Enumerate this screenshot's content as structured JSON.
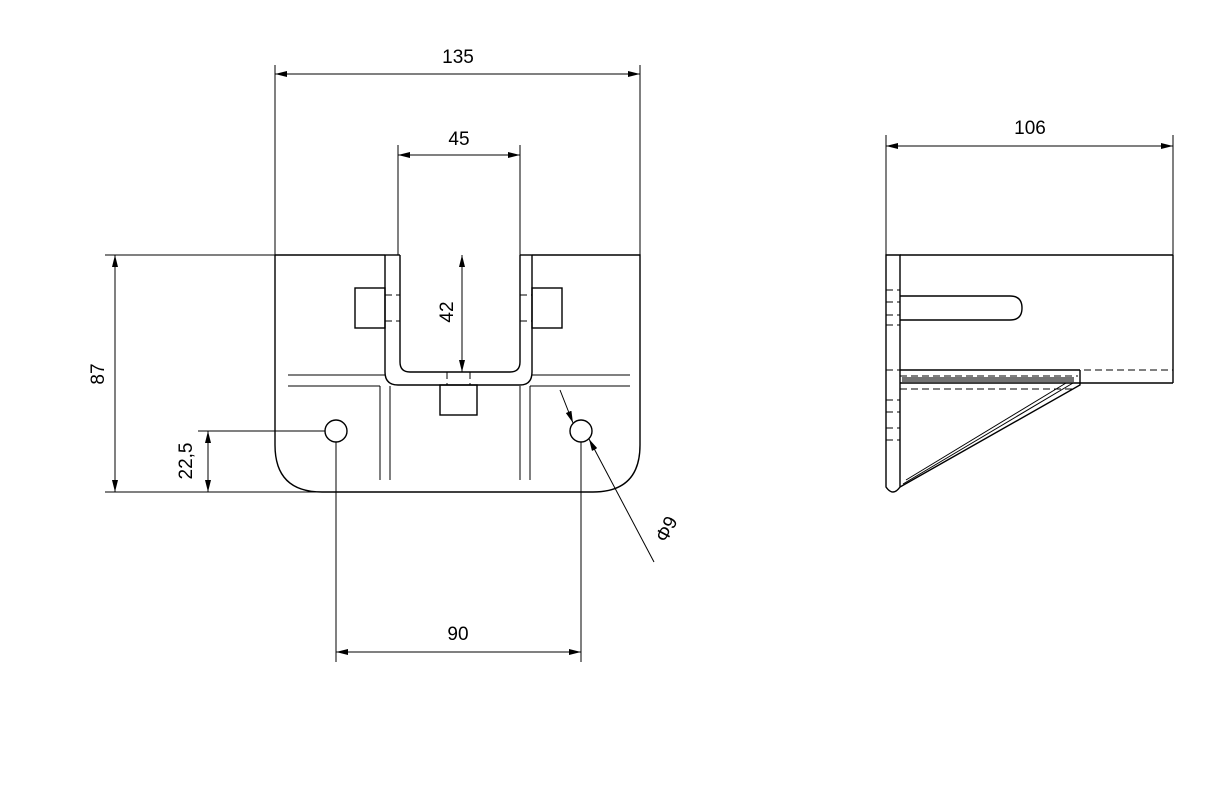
{
  "front_view": {
    "dim_overall_width": "135",
    "dim_slot_width": "45",
    "dim_slot_depth": "42",
    "dim_overall_height": "87",
    "dim_hole_height": "22,5",
    "dim_hole_spacing": "90",
    "dim_hole_diameter": "Φ9"
  },
  "side_view": {
    "dim_depth": "106"
  }
}
